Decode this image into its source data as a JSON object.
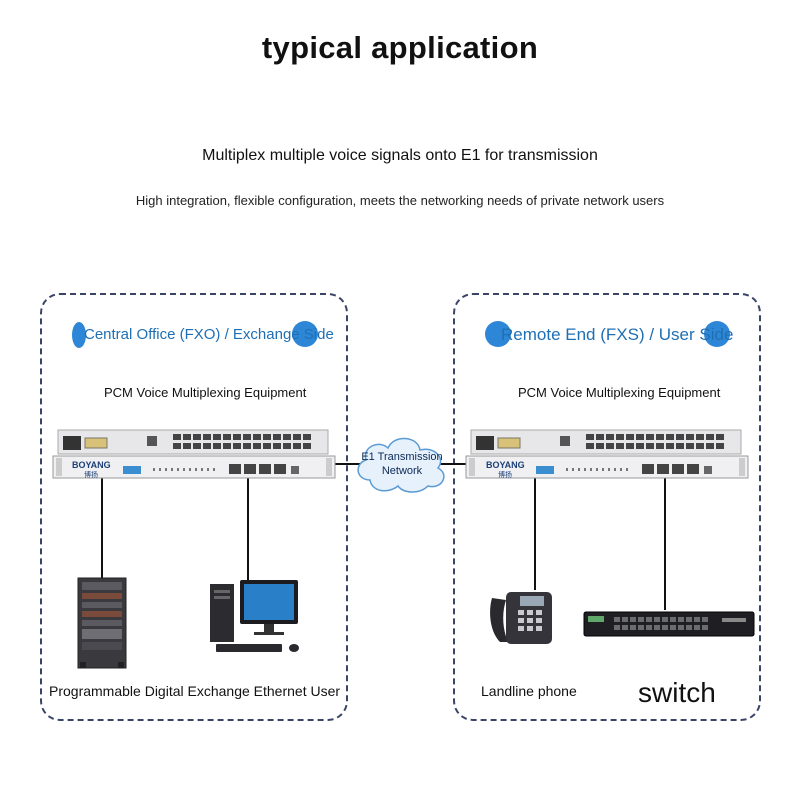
{
  "title": "typical application",
  "subtitle": "Multiplex multiple voice signals onto E1 for transmission",
  "tagline": "High integration, flexible configuration, meets the networking needs of private network users",
  "left_panel": {
    "side_label": "Central Office (FXO) / Exchange Side",
    "equipment_label": "PCM Voice Multiplexing Equipment",
    "brand": "BOYANG",
    "brand_sub": "博扬",
    "bottom_label": "Programmable Digital Exchange Ethernet User"
  },
  "right_panel": {
    "side_label": "Remote End (FXS) / User Side",
    "equipment_label": "PCM Voice Multiplexing Equipment",
    "brand": "BOYANG",
    "brand_sub": "博扬",
    "phone_label": "Landline phone",
    "switch_label": "switch"
  },
  "network": {
    "line1": "E1 Transmission",
    "line2": "Network"
  },
  "colors": {
    "panel_border": "#3a4468",
    "side_label": "#1f6fb4",
    "cloud": "#e6f1fb"
  }
}
